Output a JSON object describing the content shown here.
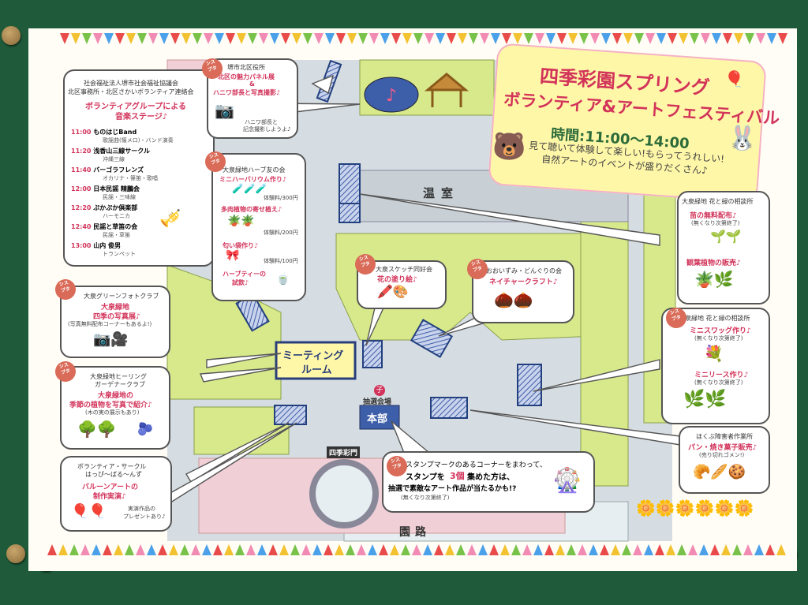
{
  "title": {
    "line1": "四季彩園スプリング",
    "line2": "ボランティア&アートフェスティバル",
    "time": "時間:11:00〜14:00",
    "tagline1": "見て聴いて体験して楽しい!もらってうれしい!",
    "tagline2": "自然アートのイベントが盛りだくさん♪"
  },
  "map": {
    "greenhouse": "温室",
    "meeting_room": "ミーティング\nルーム",
    "meeting_room_l1": "ミーティング",
    "meeting_room_l2": "ルーム",
    "hq": "本部",
    "lottery": "抽選会場",
    "lottery_badge": "子",
    "garden_path": "園路",
    "shikisai_gate": "四季彩門"
  },
  "stage": {
    "org1": "社会福祉法人堺市社会福祉協議会",
    "org2": "北区事務所・北区さかいボランティア連絡会",
    "heading1": "ボランティアグループによる",
    "heading2": "音楽ステージ♪",
    "program": [
      {
        "time": "11:00",
        "name": "ものはじBand",
        "desc": "歌謡曲(懐メロ)・バンド演奏"
      },
      {
        "time": "11:20",
        "name": "浅香山三線サークル",
        "desc": "沖縄三線"
      },
      {
        "time": "11:40",
        "name": "バーゴラフレンズ",
        "desc": "オカリナ・篠笛・歌唱"
      },
      {
        "time": "12:00",
        "name": "日本民謡 精鵬会",
        "desc": "民謡・三味線"
      },
      {
        "time": "12:20",
        "name": "ぷかぷか倶楽部",
        "desc": "ハーモニカ"
      },
      {
        "time": "12:40",
        "name": "民謡と草笛の会",
        "desc": "民謡・草笛"
      },
      {
        "time": "13:00",
        "name": "山内 俊男",
        "desc": "トランペット"
      }
    ]
  },
  "callouts": {
    "ward": {
      "org": "堺市北区役所",
      "l1": "北区の魅力パネル展",
      "l2": "&",
      "l3": "ハニワ部長と写真撮影♪",
      "note": "ハニワ部長と\n記念撮影しようよ♪",
      "note1": "ハニワ部長と",
      "note2": "記念撮影しようよ♪"
    },
    "herb": {
      "org": "大泉緑地ハーブ友の会",
      "items": [
        {
          "name": "ミニハーバリウム作り♪",
          "price": "体験料/300円"
        },
        {
          "name": "多肉植物の寄せ植え♪",
          "price": "体験料/200円"
        },
        {
          "name": "匂い袋作り♪",
          "price": "体験料/100円"
        },
        {
          "name": "ハーブティーの\n試飲♪",
          "n1": "ハーブティーの",
          "n2": "試飲♪",
          "price": ""
        }
      ]
    },
    "photo": {
      "org": "大泉グリーンフォトクラブ",
      "l1": "大泉緑地",
      "l2": "四季の写真展♪",
      "note": "(写真無料配布コーナーもあるよ!)"
    },
    "healing": {
      "org1": "大泉緑地ヒーリング",
      "org2": "ガーデナークラブ",
      "l1": "大泉緑地の",
      "l2": "季節の植物を写真で紹介♪",
      "note": "(木の実の展示もあり)"
    },
    "balloon": {
      "org1": "ボランティア・サークル",
      "org2": "はっぴ〜ばる〜んず",
      "l1": "バルーンアートの",
      "l2": "制作実演♪",
      "note1": "実演作品の",
      "note2": "プレゼントあり♪"
    },
    "sketch": {
      "org": "大泉スケッチ同好会",
      "l1": "花の塗り絵♪"
    },
    "acorn": {
      "org": "おおいずみ・どんぐりの会",
      "l1": "ネイチャークラフト♪"
    },
    "seedling": {
      "org": "大泉緑地 花と緑の相談所",
      "l1": "苗の無料配布♪",
      "n1": "(無くなり次第終了)",
      "l2": "観葉植物の販売♪"
    },
    "wreath": {
      "org": "大泉緑地 花と緑の相談所",
      "l1": "ミニスワッグ作り♪",
      "n1": "(無くなり次第終了)",
      "l2": "ミニリース作り♪",
      "n2": "(無くなり次第終了)"
    },
    "bakery": {
      "org": "ほくぶ障害者作業所",
      "l1": "パン・焼き菓子販売♪",
      "note": "(売り切れゴメン!)"
    },
    "stamp": {
      "l1": "スタンプマークのあるコーナーをまわって、",
      "l2a": "スタンプを",
      "l2b": "3個",
      "l2c": "集めた方は、",
      "l3": "抽選で素敵なアート作品が当たるかも!?",
      "note": "(無くなり次第終了)"
    }
  },
  "stamp_badge": "シス\nプタ",
  "stamp_badge_l1": "シス",
  "stamp_badge_l2": "プタ",
  "colors": {
    "board": "#1f5b3a",
    "paper": "#fffdf6",
    "lawn": "#d8e98c",
    "path": "#d6dde2",
    "plaza": "#f1cfd6",
    "stall": "#3d5ea8",
    "accent": "#d2335a",
    "title_box": "#fff7a8"
  }
}
